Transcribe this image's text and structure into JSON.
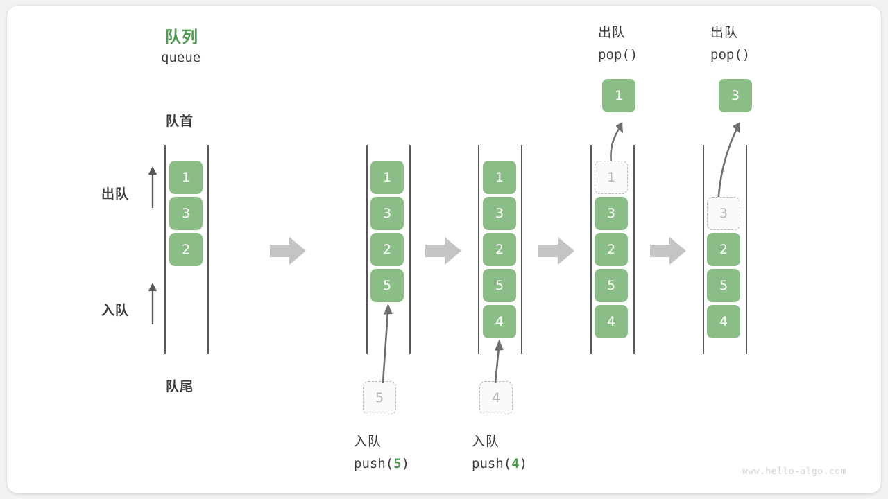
{
  "diagram": {
    "title_cn": "队列",
    "title_en": "queue",
    "front_label": "队首",
    "rear_label": "队尾",
    "dequeue_label": "出队",
    "enqueue_label": "入队",
    "watermark": "www.hello-algo.com",
    "accent_green": "#4f9950",
    "cell_green": "#8bbe86",
    "ghost_gray": "#b5b5b5",
    "arrow_gray": "#c4c4c4",
    "text_dark": "#3c3c3c"
  },
  "stages": [
    {
      "id": "initial",
      "cells": [
        "1",
        "3",
        "2"
      ],
      "ghost_index": null,
      "ghost_value": null
    },
    {
      "id": "after-push-5",
      "cells": [
        "1",
        "3",
        "2",
        "5"
      ],
      "ghost_index": null,
      "ghost_value": null,
      "incoming_value": "5",
      "op_cn": "入队",
      "op_code_prefix": "push(",
      "op_code_num": "5",
      "op_code_suffix": ")"
    },
    {
      "id": "after-push-4",
      "cells": [
        "1",
        "3",
        "2",
        "5",
        "4"
      ],
      "ghost_index": null,
      "ghost_value": null,
      "incoming_value": "4",
      "op_cn": "入队",
      "op_code_prefix": "push(",
      "op_code_num": "4",
      "op_code_suffix": ")"
    },
    {
      "id": "pop-1",
      "cells": [
        "3",
        "2",
        "5",
        "4"
      ],
      "ghost_index": 0,
      "ghost_value": "1",
      "popped_value": "1",
      "op_cn": "出队",
      "op_code": "pop()"
    },
    {
      "id": "pop-3",
      "cells": [
        "2",
        "5",
        "4"
      ],
      "ghost_index": 1,
      "ghost_value": "3",
      "popped_value": "3",
      "op_cn": "出队",
      "op_code": "pop()"
    }
  ]
}
